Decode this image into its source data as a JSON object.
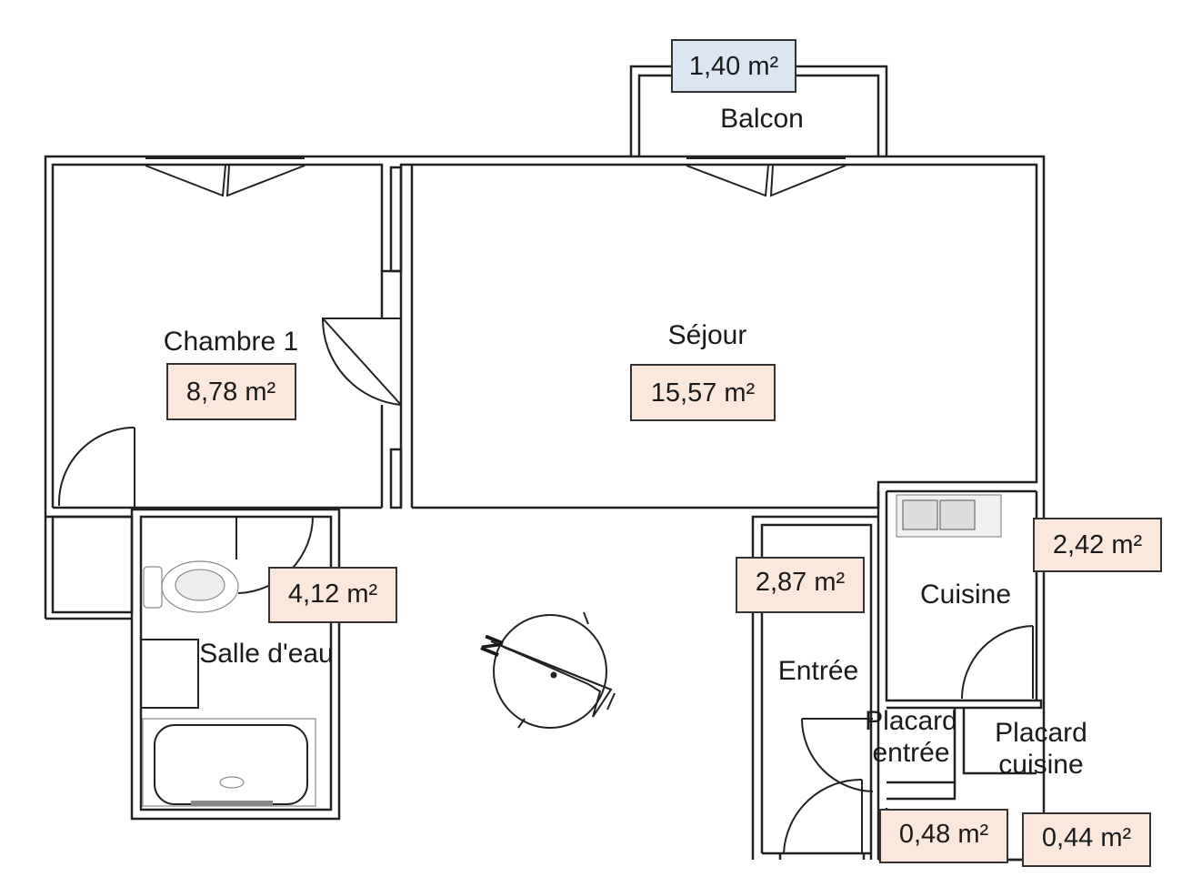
{
  "rooms": {
    "balcon": {
      "name": "Balcon",
      "area": "1,40 m²"
    },
    "chambre1": {
      "name": "Chambre 1",
      "area": "8,78 m²"
    },
    "sejour": {
      "name": "Séjour",
      "area": "15,57 m²"
    },
    "salle_deau": {
      "name": "Salle d'eau",
      "area": "4,12 m²"
    },
    "entree": {
      "name": "Entrée",
      "area": "2,87 m²"
    },
    "cuisine": {
      "name": "Cuisine",
      "area": "2,42 m²"
    },
    "placard_entree": {
      "name_line1": "Placard",
      "name_line2": "entrée",
      "area": "0,48 m²"
    },
    "placard_cuisine": {
      "name_line1": "Placard",
      "name_line2": "cuisine",
      "area": "0,44 m²"
    }
  },
  "compass": {
    "north_label": "N"
  },
  "colors": {
    "area_fill": "#fbe8dc",
    "balcony_fill": "#dce6f2",
    "wall": "#222222"
  }
}
